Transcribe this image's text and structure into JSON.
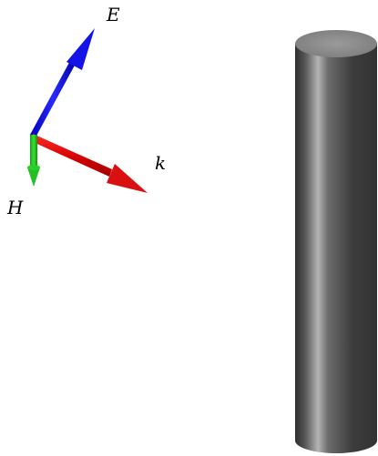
{
  "axes": {
    "e_label": "E",
    "k_label": "k",
    "h_label": "H"
  },
  "colors": {
    "e_axis": "#1010e0",
    "k_axis": "#d81010",
    "h_axis": "#22c022",
    "cylinder_dark": "#3c3c3c",
    "cylinder_highlight": "#b4b4b4",
    "cylinder_top": "#8c8c8c"
  }
}
